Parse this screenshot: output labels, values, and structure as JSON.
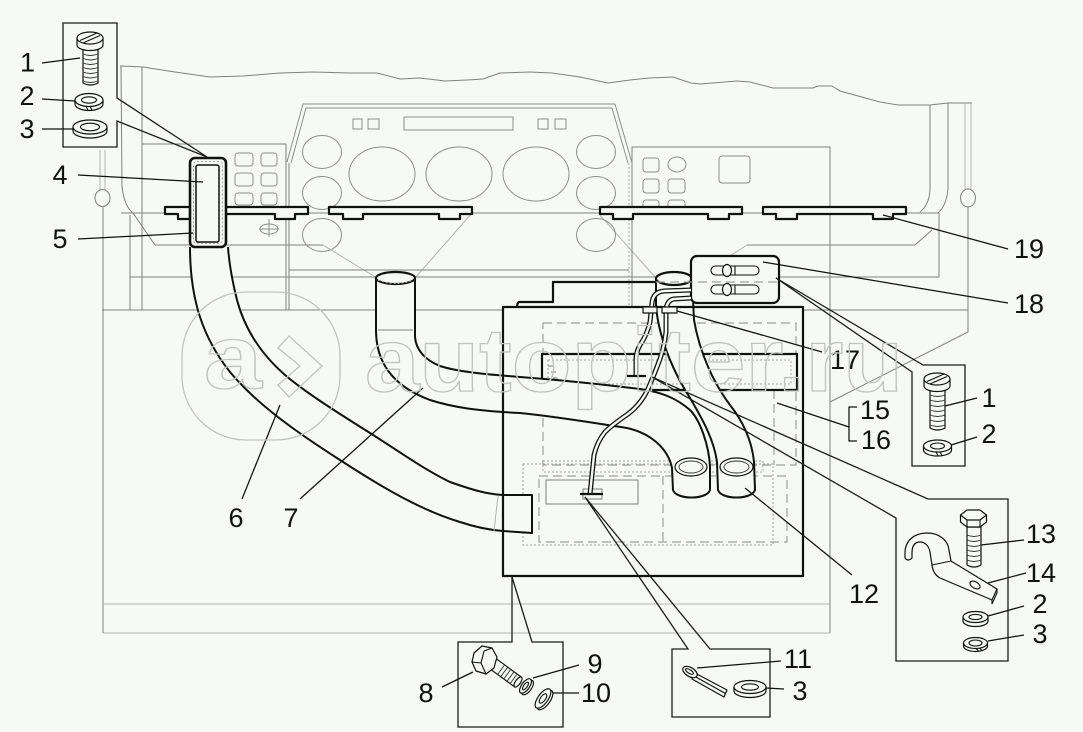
{
  "watermark": {
    "logo_letter": "a",
    "logo_icon": "chevron-right",
    "text": "autopiter.ru"
  },
  "callouts": [
    {
      "label": "4"
    },
    {
      "label": "5"
    },
    {
      "label": "6"
    },
    {
      "label": "7"
    },
    {
      "label": "12"
    },
    {
      "label": "15"
    },
    {
      "label": "16"
    },
    {
      "label": "17"
    },
    {
      "label": "18"
    },
    {
      "label": "19"
    }
  ],
  "insets": {
    "top_left": {
      "parts": [
        {
          "label": "1",
          "drawing": "slotted-screw"
        },
        {
          "label": "2",
          "drawing": "spring-washer"
        },
        {
          "label": "3",
          "drawing": "flat-washer"
        }
      ]
    },
    "right_middle": {
      "parts": [
        {
          "label": "1",
          "drawing": "slotted-screw"
        },
        {
          "label": "2",
          "drawing": "spring-washer"
        }
      ]
    },
    "right_bottom": {
      "parts": [
        {
          "label": "13",
          "drawing": "hex-bolt"
        },
        {
          "label": "14",
          "drawing": "pipe-clamp"
        },
        {
          "label": "2",
          "drawing": "flat-washer"
        },
        {
          "label": "3",
          "drawing": "spring-washer"
        }
      ]
    },
    "bottom_left": {
      "parts": [
        {
          "label": "8",
          "drawing": "hex-bolt"
        },
        {
          "label": "9",
          "drawing": "spring-washer"
        },
        {
          "label": "10",
          "drawing": "flat-washer"
        }
      ]
    },
    "bottom_middle": {
      "parts": [
        {
          "label": "11",
          "drawing": "cotter-pin"
        },
        {
          "label": "3",
          "drawing": "flat-washer"
        }
      ]
    }
  }
}
